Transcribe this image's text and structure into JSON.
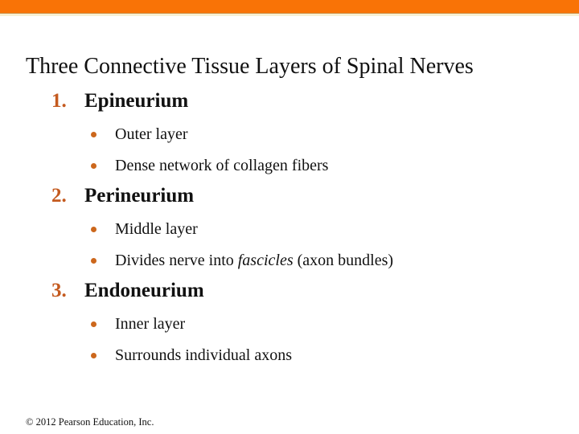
{
  "slide": {
    "title": "Three Connective Tissue Layers of Spinal Nerves",
    "footer": "© 2012 Pearson Education, Inc.",
    "colors": {
      "top_bar": "#F97306",
      "top_bar_border": "#C98A3E",
      "top_bar_strip": "#F7EFD2",
      "number_accent": "#C45A1F",
      "bullet_accent": "#CC671C",
      "text": "#111111",
      "background": "#FFFFFF"
    },
    "items": [
      {
        "number": "1.",
        "heading": "Epineurium",
        "bullets": [
          {
            "text": "Outer layer"
          },
          {
            "text": "Dense network of collagen fibers"
          }
        ]
      },
      {
        "number": "2.",
        "heading": "Perineurium",
        "bullets": [
          {
            "text": "Middle layer"
          },
          {
            "text_before": "Divides nerve into ",
            "italic": "fascicles",
            "text_after": " (axon bundles)"
          }
        ]
      },
      {
        "number": "3.",
        "heading": "Endoneurium",
        "bullets": [
          {
            "text": "Inner layer"
          },
          {
            "text": "Surrounds individual axons"
          }
        ]
      }
    ]
  }
}
